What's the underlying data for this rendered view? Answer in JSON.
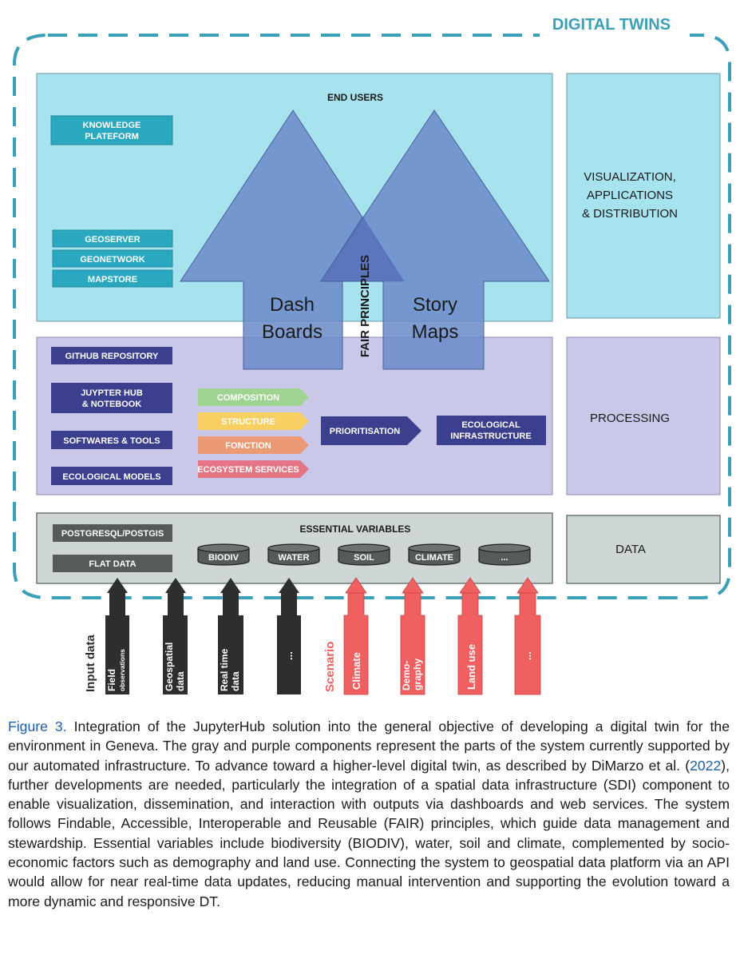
{
  "header": {
    "title": "DIGITAL TWINS"
  },
  "end_users": {
    "title": "END USERS",
    "tools": [
      "GEOSERVER",
      "GEONETWORK",
      "MAPSTORE"
    ],
    "knowledge": [
      "KNOWLEDGE",
      "PLATEFORM"
    ]
  },
  "arrows": {
    "left": [
      "Dash",
      "Boards"
    ],
    "right": [
      "Story",
      "Maps"
    ],
    "middle": "FAIR PRINCIPLES"
  },
  "side_labels": {
    "visualization": [
      "VISUALIZATION,",
      "APPLICATIONS",
      "& DISTRIBUTION"
    ],
    "processing": "PROCESSING",
    "data": "DATA"
  },
  "processing": {
    "github": "GITHUB REPOSITORY",
    "jupyter": [
      "JUYPTER HUB",
      "& NOTEBOOK"
    ],
    "softwares": "SOFTWARES & TOOLS",
    "models": "ECOLOGICAL MODELS",
    "chevrons": [
      "COMPOSITION",
      "STRUCTURE",
      "FONCTION",
      "ECOSYSTEM SERVICES"
    ],
    "prioritisation": "PRIORITISATION",
    "eco_infra": [
      "ECOLOGICAL",
      "INFRASTRUCTURE"
    ]
  },
  "data_layer": {
    "title": "ESSENTIAL VARIABLES",
    "db": [
      "POSTGRESQL/POSTGIS",
      "FLAT DATA"
    ],
    "cylinders": [
      "BIODIV",
      "WATER",
      "SOIL",
      "CLIMATE",
      "..."
    ]
  },
  "inputs": {
    "input_label": "Input data",
    "scenario_label": "Scenario",
    "input_items": [
      [
        "Field",
        "observations"
      ],
      [
        "Geospatial",
        "data"
      ],
      [
        "Real time",
        "data"
      ],
      [
        "..."
      ]
    ],
    "scenario_items": [
      [
        "Climate"
      ],
      [
        "Demo-",
        "graphy"
      ],
      [
        "Land use"
      ],
      [
        "..."
      ]
    ]
  },
  "caption": {
    "label": "Figure 3.",
    "part1": " Integration of the JupyterHub solution into the general objective of developing a digital twin for the environment in Geneva. The gray and purple components represent the parts of the system currently supported by our automated infrastructure. To advance toward a higher-level digital twin, as described by DiMarzo et al. (",
    "year": "2022",
    "part2": "), further developments are needed, particularly the integration of a spatial data infrastructure (SDI) component to enable visualization, dissemination, and interaction with outputs via dashboards and web services. The system follows Findable, Accessible, Interoperable and Reusable (FAIR) principles, which guide data management and stewardship. Essential variables include biodiversity (BIODIV), water, soil and climate, complemented by socio-economic factors such as demography and land use. Connecting the system to geospatial data platform via an API would allow for near real-time data updates, reducing manual intervention and supporting the evolution toward a more dynamic and responsive DT."
  },
  "colors": {
    "frame": "#3aa0b8",
    "end_users_bg": "#a6e3ef",
    "processing_bg": "#c9c8e8",
    "data_bg": "#cfd6d6",
    "teal_box": "#2aa8c0",
    "navy_box": "#3c3f8e",
    "gray_box": "#555a5a",
    "big_arrow": "#6a89c8",
    "scenario": "#f06060",
    "input": "#2d2f2f"
  }
}
